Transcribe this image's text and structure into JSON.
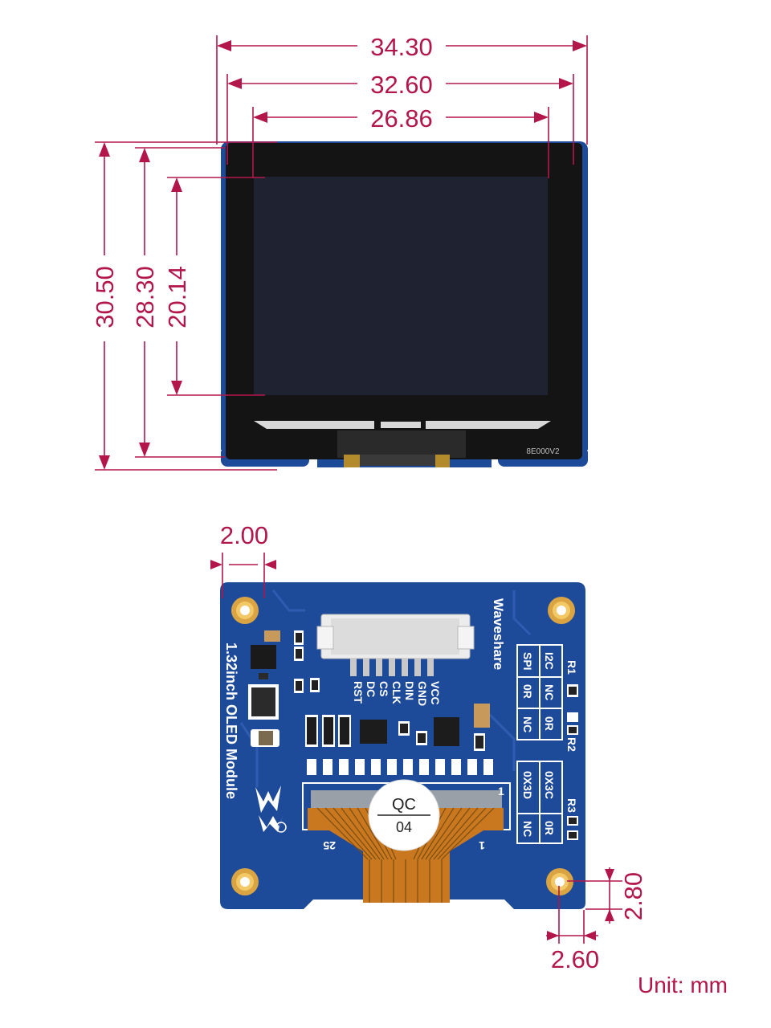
{
  "front_view": {
    "width_outer": "34.30",
    "width_glass": "32.60",
    "width_active": "26.86",
    "height_outer": "30.50",
    "height_glass": "28.30",
    "height_active": "20.14",
    "fpc_marking": "8E000V2"
  },
  "back_view": {
    "hole_diameter": "2.00",
    "hole_offset_x": "2.60",
    "hole_offset_y": "2.80",
    "brand": "Waveshare",
    "product": "1.32inch OLED Module",
    "pins": [
      "VCC",
      "GND",
      "DIN",
      "CLK",
      "CS",
      "DC",
      "RST"
    ],
    "spi_i2c_table": {
      "col1": [
        "I2C",
        "NC",
        "0R"
      ],
      "col2": [
        "SPI",
        "0R",
        "NC"
      ],
      "label_r1": "R1",
      "label_r2": "R2"
    },
    "addr_table": {
      "col1": [
        "0X3C",
        "0R"
      ],
      "col2": [
        "0X3D",
        "NC"
      ],
      "label_r3": "R3"
    },
    "qc_sticker_top": "QC",
    "qc_sticker_bottom": "04",
    "fpc_pin_first": "1",
    "fpc_pin_last": "25",
    "fpc_pin_one_mark": "1"
  },
  "unit_label": "Unit: mm",
  "colors": {
    "dimension": "#b3164b",
    "pcb_blue": "#1e4a9a",
    "panel_black": "#131313",
    "active_area": "#1e2330",
    "fpc_orange": "#c9781f",
    "gold": "#d9a441"
  }
}
